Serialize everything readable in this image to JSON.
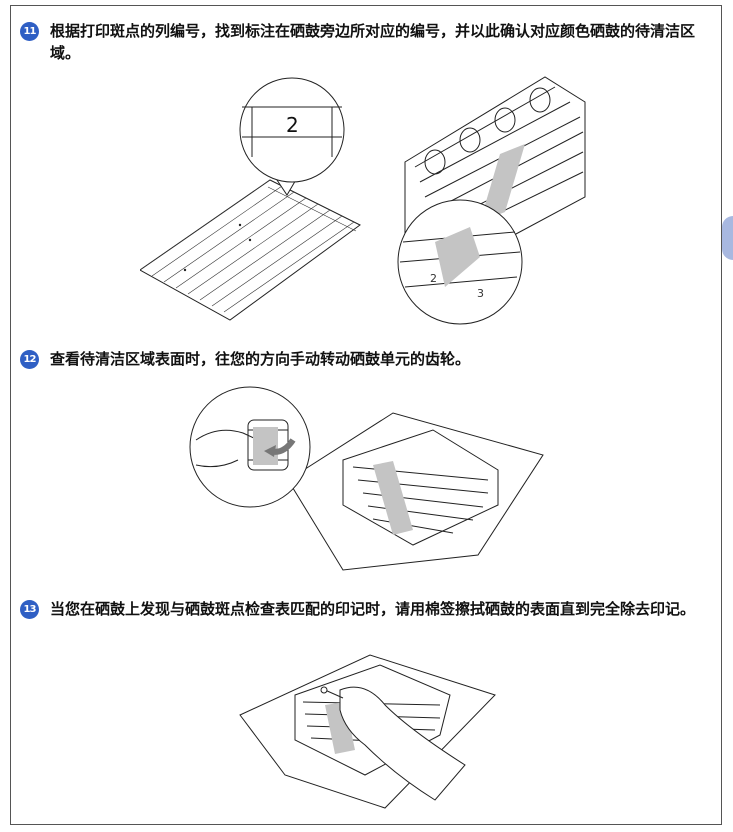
{
  "steps": [
    {
      "number": "11",
      "text": "根据打印斑点的列编号，找到标注在硒鼓旁边所对应的编号，并以此确认对应颜色硒鼓的待清洁区域。"
    },
    {
      "number": "12",
      "text": "查看待清洁区域表面时，往您的方向手动转动硒鼓单元的齿轮。"
    },
    {
      "number": "13",
      "text": "当您在硒鼓上发现与硒鼓斑点检查表匹配的印记时，请用棉签擦拭硒鼓的表面直到完全除去印记。"
    }
  ],
  "illustrations": {
    "sheet_zoom_label": "2",
    "drum_zoom_labels": [
      "2",
      "3"
    ]
  },
  "colors": {
    "step_badge": "#2f5fc4",
    "side_tab": "#a8b8e0"
  }
}
